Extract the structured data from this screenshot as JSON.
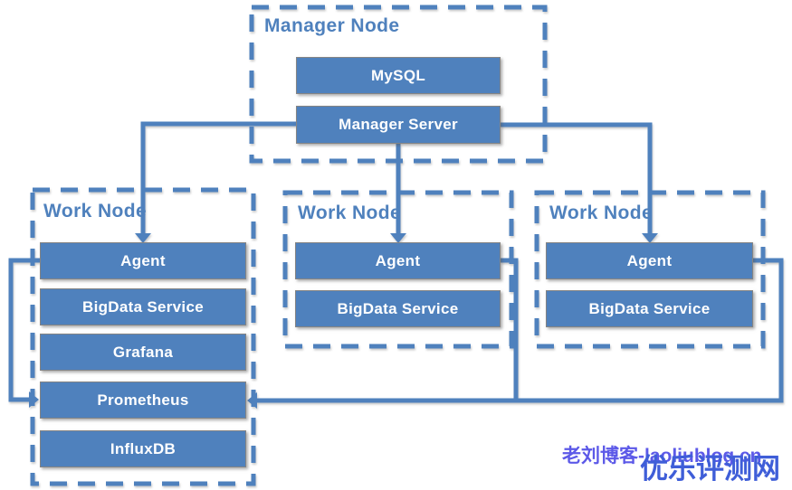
{
  "diagram": {
    "manager_node": {
      "label": "Manager Node",
      "boxes": [
        "MySQL",
        "Manager Server"
      ]
    },
    "work_nodes": [
      {
        "label": "Work Node",
        "boxes": [
          "Agent",
          "BigData Service",
          "Grafana",
          "Prometheus",
          "InfluxDB"
        ]
      },
      {
        "label": "Work Node",
        "boxes": [
          "Agent",
          "BigData Service"
        ]
      },
      {
        "label": "Work Node",
        "boxes": [
          "Agent",
          "BigData Service"
        ]
      }
    ],
    "watermark": {
      "line1": "老刘博客-laoliublog.cn",
      "line2": "优乐评测网"
    },
    "colors": {
      "node_fill": "#4f81bd",
      "line": "#4f81bd",
      "box_border": "#848484",
      "box_text": "#ffffff",
      "group_label": "#4f81bd",
      "watermark_small": "#5c59e8",
      "watermark_large": "#3f5ed8"
    }
  }
}
